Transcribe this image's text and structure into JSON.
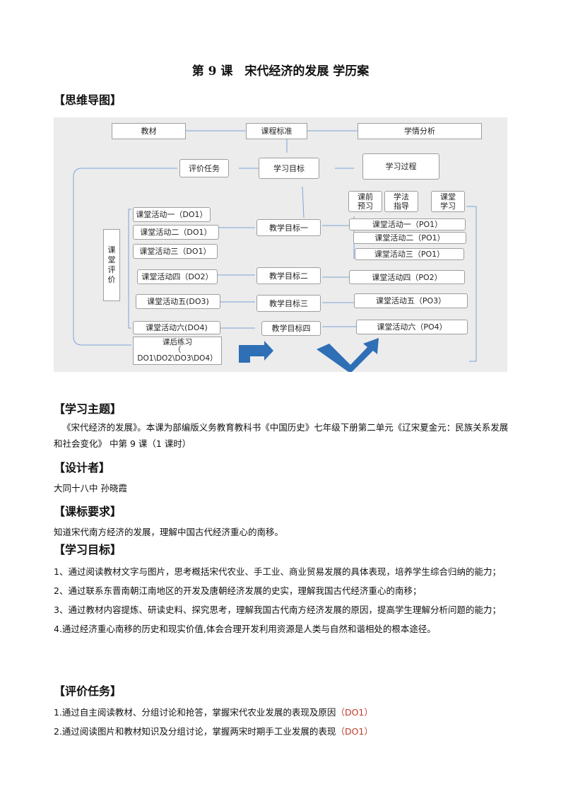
{
  "title": "第 9 课　宋代经济的发展  学历案",
  "sections": {
    "mindmap": "【思维导图】",
    "theme": "【学习主题】",
    "designer": "【设计者】",
    "standard": "【课标要求】",
    "goals": "【学习目标】",
    "tasks": "【评价任务】"
  },
  "diagram": {
    "jiaocai": "教材",
    "kechengbiaozhun": "课程标准",
    "xueqing": "学情分析",
    "pingjia": "评价任务",
    "xuexi_mubiao": "学习目标",
    "xuexi_guocheng": "学习过程",
    "kqyx": "课前\n预习",
    "xfzd": "学法\n指导",
    "ktxx": "课堂\n学习",
    "ketang_pingjia": "课\n堂\n评\n价",
    "do": [
      "课堂活动一（DO1）",
      "课堂活动二（DO1）",
      "课堂活动三（DO1）",
      "课堂活动四（DO2）",
      "课堂活动五(DO3)",
      "课堂活动六(DO4)"
    ],
    "kehou": "课后练习\n（\nDO1\\DO2\\DO3\\DO4）",
    "goals": [
      "教学目标一",
      "教学目标二",
      "教学目标三",
      "教学目标四"
    ],
    "po": [
      "课堂活动一（PO1）",
      "课堂活动二（PO1）",
      "课堂活动三（PO1）",
      "课堂活动四（PO2）",
      "课堂活动五（PO3）",
      "课堂活动六（PO4）"
    ]
  },
  "theme_text": "《宋代经济的发展》。本课为部编版义务教育教科书《中国历史》七年级下册第二单元《辽宋夏金元：民族关系发展和社会变化》 中第 9 课（1 课时）",
  "designer_text": "大同十八中  孙晓霞",
  "standard_text": "知道宋代南方经济的发展，理解中国古代经济重心的南移。",
  "goals_list": [
    "1、通过阅读教材文字与图片，思考概括宋代农业、手工业、商业贸易发展的具体表现，培养学生综合归纳的能力；",
    "2、通过联系东晋南朝江南地区的开发及唐朝经济发展的史实，理解我国古代经济重心的南移；",
    "3、通过教材内容提炼、研读史料、探究思考，理解我国古代南方经济发展的原因，提高学生理解分析问题的能力；",
    "4.通过经济重心南移的历史和现实价值,体会合理开发利用资源是人类与自然和谐相处的根本途径。"
  ],
  "tasks_list": [
    {
      "text": "1.通过自主阅读教材、分组讨论和抢答，掌握宋代农业发展的表现及原因",
      "tag": "（DO1）"
    },
    {
      "text": "2.通过阅读图片和教材知识及分组讨论，掌握两宋时期手工业发展的表现",
      "tag": "（DO1）"
    }
  ],
  "colors": {
    "arrow_blue": "#2f6fb5",
    "tag_red": "#c0392b",
    "line_blue": "#7aa4d6"
  }
}
